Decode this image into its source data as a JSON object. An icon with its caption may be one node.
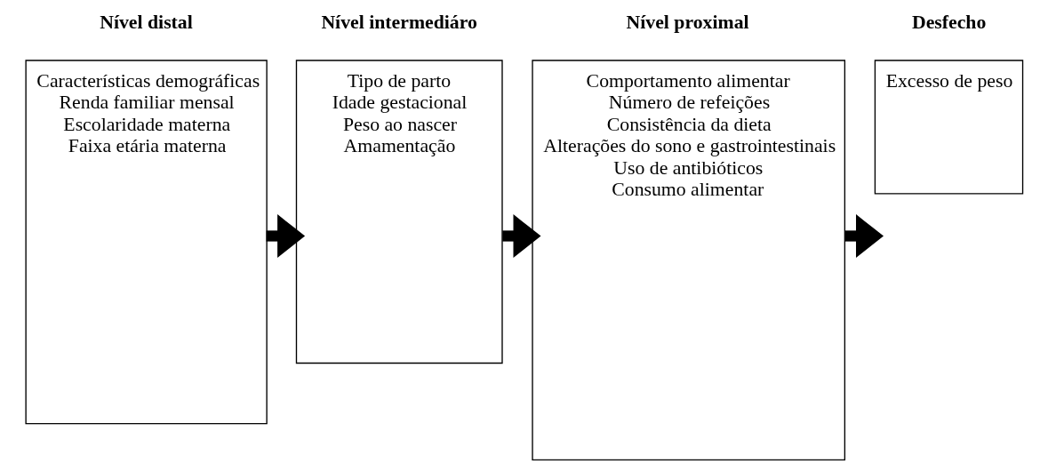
{
  "diagram": {
    "nodes": [
      {
        "text": [
          "Nível distal",
          "Características demográficas",
          "Renda familiar mensal",
          "Escolaridade materna",
          "Faixa etária materna"
        ]
      },
      {
        "text": [
          "Nível intermediáro",
          "Tipo de parto",
          "Idade gestacional",
          "Peso ao nascer",
          "Amamentação"
        ]
      },
      {
        "text": [
          "Nível proximal",
          "Comportamento alimentar",
          "Número de refeições",
          "Consistência da dieta",
          "Alterações do sono e gastrointestinais",
          "Uso de antibióticos",
          "Consumo alimentar"
        ]
      },
      {
        "text": [
          "Desfecho",
          "Excesso de peso"
        ]
      }
    ],
    "edges": [
      {
        "from": 0,
        "to": 1,
        "arrow": "to"
      },
      {
        "from": 1,
        "to": 2,
        "arrow": "to"
      },
      {
        "from": 2,
        "to": 3,
        "arrow": "to"
      }
    ]
  }
}
